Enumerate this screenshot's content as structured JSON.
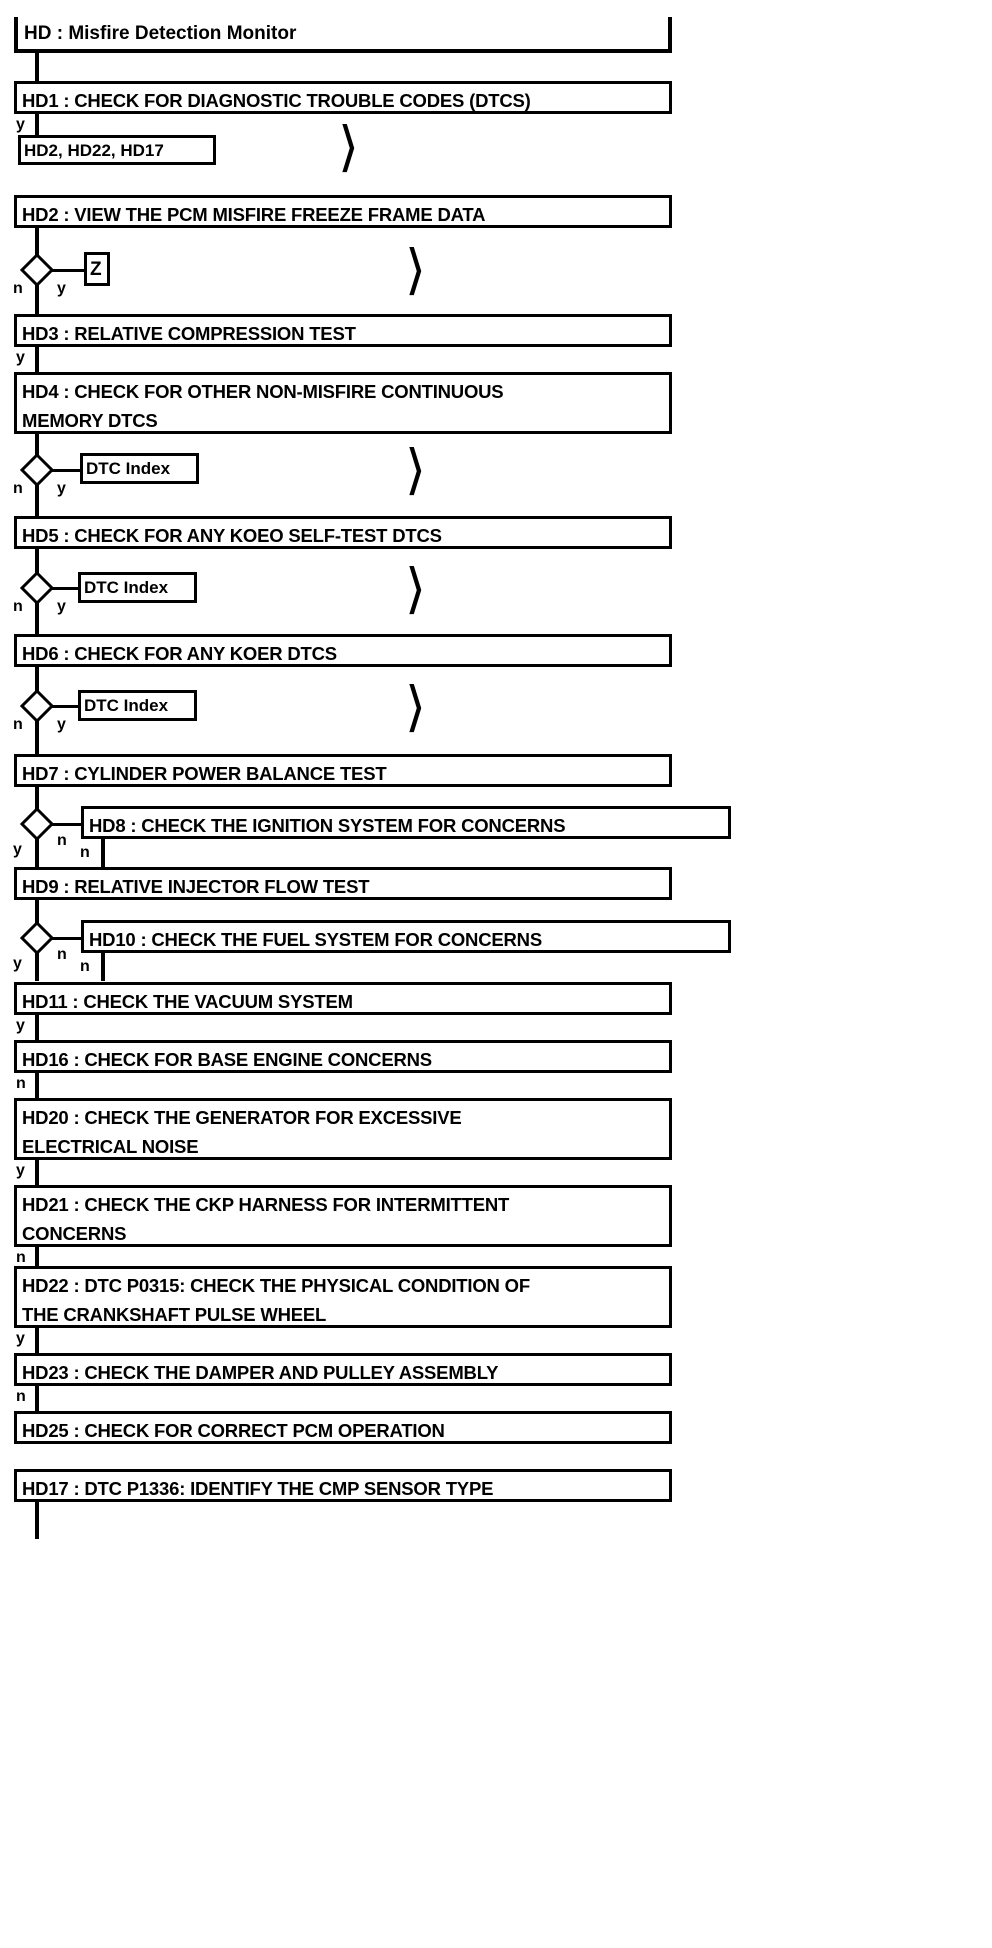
{
  "diagram": {
    "type": "flowchart",
    "title": "HD : Misfire Detection Monitor",
    "notation": {
      "yes": "y",
      "no": "n",
      "offpage": "〉"
    },
    "nodes": {
      "title": "HD : Misfire Detection Monitor",
      "hd1": "HD1 : CHECK FOR DIAGNOSTIC TROUBLE CODES (DTCS)",
      "ref_hd2_hd22_hd17": "HD2, HD22, HD17",
      "hd2": "HD2 : VIEW THE PCM MISFIRE FREEZE FRAME DATA",
      "ref_z": "Z",
      "hd3": "HD3 : RELATIVE COMPRESSION TEST",
      "hd4": "HD4 : CHECK FOR OTHER NON-MISFIRE CONTINUOUS\nMEMORY DTCS",
      "ref_dtc_index_1": "DTC Index",
      "hd5": "HD5 : CHECK FOR ANY KOEO SELF-TEST DTCS",
      "ref_dtc_index_2": "DTC Index",
      "hd6": "HD6 : CHECK FOR ANY KOER DTCS",
      "ref_dtc_index_3": "DTC Index",
      "hd7": "HD7 : CYLINDER POWER BALANCE TEST",
      "hd8": "HD8 : CHECK THE IGNITION SYSTEM FOR CONCERNS",
      "hd9": "HD9 : RELATIVE INJECTOR FLOW TEST",
      "hd10": "HD10 : CHECK THE FUEL SYSTEM FOR CONCERNS",
      "hd11": "HD11 : CHECK THE VACUUM SYSTEM",
      "hd16": "HD16 : CHECK FOR BASE ENGINE CONCERNS",
      "hd20": "HD20 : CHECK THE GENERATOR FOR EXCESSIVE\nELECTRICAL NOISE",
      "hd21": "HD21 : CHECK THE CKP HARNESS FOR INTERMITTENT\nCONCERNS",
      "hd22": "HD22 : DTC P0315: CHECK THE PHYSICAL CONDITION OF\nTHE CRANKSHAFT PULSE WHEEL",
      "hd23": "HD23 : CHECK THE DAMPER AND PULLEY ASSEMBLY",
      "hd25": "HD25 : CHECK FOR CORRECT PCM OPERATION",
      "hd17": "HD17 : DTC P1336: IDENTIFY THE CMP SENSOR TYPE"
    },
    "labels": {
      "hd1_y": "y",
      "d_hd2_n": "n",
      "d_hd2_y": "y",
      "hd3_y": "y",
      "d_hd4_n": "n",
      "d_hd4_y": "y",
      "d_hd5_n": "n",
      "d_hd5_y": "y",
      "d_hd6_n": "n",
      "d_hd6_y": "y",
      "d_hd7_y": "y",
      "d_hd7_n": "n",
      "hd8_n": "n",
      "d_hd9_y": "y",
      "d_hd9_n": "n",
      "hd10_n": "n",
      "hd11_y": "y",
      "hd16_n": "n",
      "hd20_y": "y",
      "hd21_n": "n",
      "hd22_y": "y",
      "hd23_n": "n"
    },
    "colors": {
      "stroke": "#000000",
      "fill": "#ffffff"
    }
  }
}
